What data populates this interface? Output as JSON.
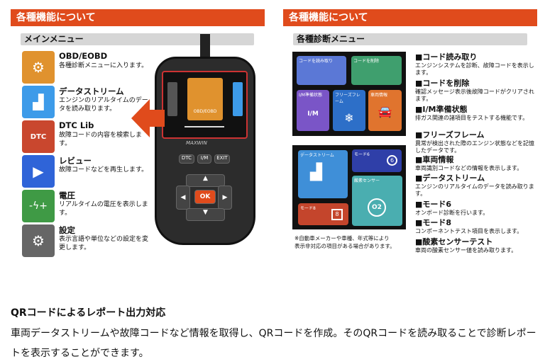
{
  "left": {
    "header": "各種機能について",
    "sub": "メインメニュー",
    "items": [
      {
        "title": "OBD/EOBD",
        "desc": "各種診断メニューに入ります。",
        "icon": "engine-icon",
        "color": "#e0922e"
      },
      {
        "title": "データストリーム",
        "desc": "エンジンのリアルタイムのデータを読み取ります。",
        "icon": "chart-icon",
        "color": "#3d9be9"
      },
      {
        "title": "DTC Lib",
        "desc": "故障コードの内容を検索します。",
        "icon": "dtc-icon",
        "color": "#c9472e"
      },
      {
        "title": "レビュー",
        "desc": "故障コードなどを再生します。",
        "icon": "play-icon",
        "color": "#2f64d8"
      },
      {
        "title": "電圧",
        "desc": "リアルタイムの電圧を表示します。",
        "icon": "battery-icon",
        "color": "#3f9a45"
      },
      {
        "title": "設定",
        "desc": "表示言語や単位などの設定を変更します。",
        "icon": "gear-icon",
        "color": "#666666"
      }
    ],
    "device": {
      "screen_label": "OBD/EOBD",
      "brand": "MAXWIN",
      "keys": [
        "DTC",
        "I/M",
        "EXIT"
      ],
      "ok": "OK"
    }
  },
  "right": {
    "header": "各種機能について",
    "sub": "各種診断メニュー",
    "screen1": [
      "コードを読み取り",
      "コードを削除",
      "I/M準備状態",
      "フリーズフレーム",
      "車両情報"
    ],
    "screen1_im": "I/M",
    "screen2": [
      "データストリーム",
      "モード6",
      "酸素センサー",
      "モード8"
    ],
    "screen2_badges": [
      "6",
      "8",
      "O2"
    ],
    "note": "※自動車メーカーや車種、年式等により\n表示非対応の項目がある場合があります。",
    "items": [
      {
        "title": "■コード読み取り",
        "desc": "エンジンシステムを診断、故障コードを表示します。"
      },
      {
        "title": "■コードを削除",
        "desc": "確認メッセージ表示後故障コードがクリアされます。"
      },
      {
        "title": "■I/M準備状態",
        "desc": "排ガス関連の諸項目をテストする機能です。"
      },
      {
        "title": "■フリーズフレーム",
        "desc": "異常が検出された際のエンジン状態などを記憶したデータです。"
      },
      {
        "title": "■車両情報",
        "desc": "車両識別コードなどの情報を表示します。"
      },
      {
        "title": "■データストリーム",
        "desc": "エンジンのリアルタイムのデータを読み取ります。"
      },
      {
        "title": "■モード6",
        "desc": "オンボード診断を行います。"
      },
      {
        "title": "■モード8",
        "desc": "コンポーネントテスト項目を表示します。"
      },
      {
        "title": "■酸素センサーテスト",
        "desc": "車両の酸素センサー値を読み取ります。"
      }
    ]
  },
  "bottom": {
    "heading": "QRコードによるレポート出力対応",
    "body": "車両データストリームや故障コードなど情報を取得し、QRコードを作成。そのQRコードを読み取ることで診断レポートを表示することができます。"
  }
}
